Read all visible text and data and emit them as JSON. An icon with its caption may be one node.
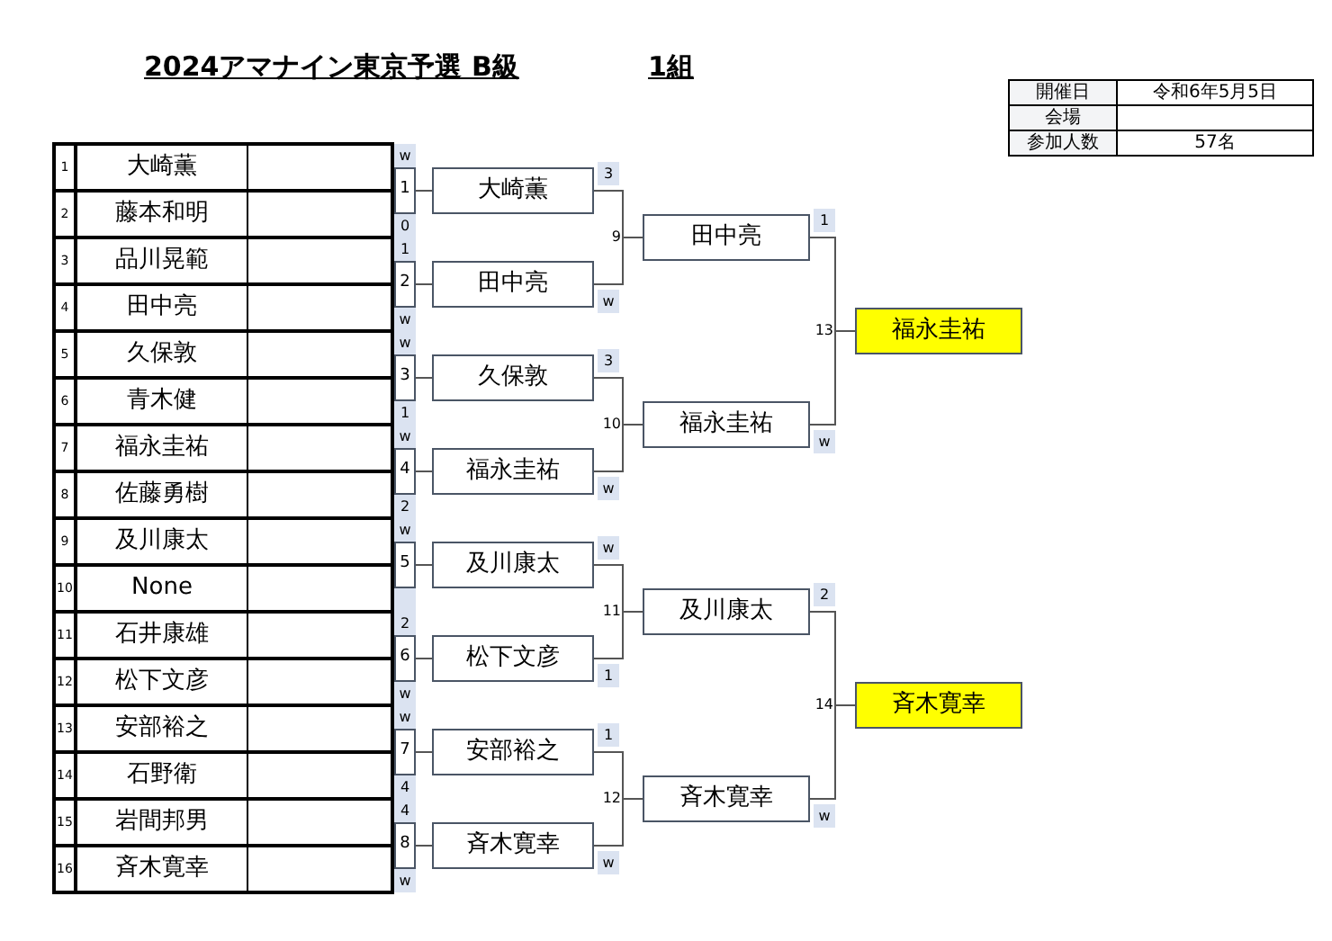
{
  "diagram": {
    "title": "2024アマナイン東京予選 B級",
    "nodes": [
      {
        "text": [
          "1",
          "大崎薫"
        ],
        "beside": [
          "w"
        ]
      },
      {
        "text": [
          "2",
          "藤本和明"
        ],
        "beside": [
          "0"
        ]
      },
      {
        "text": [
          "3",
          "品川晃範"
        ],
        "beside": [
          "1"
        ]
      },
      {
        "text": [
          "4",
          "田中亮"
        ],
        "beside": [
          "w"
        ]
      },
      {
        "text": [
          "5",
          "久保敦"
        ],
        "beside": [
          "w"
        ]
      },
      {
        "text": [
          "6",
          "青木健"
        ],
        "beside": [
          "1"
        ]
      },
      {
        "text": [
          "7",
          "福永圭祐"
        ],
        "beside": [
          "w"
        ]
      },
      {
        "text": [
          "8",
          "佐藤勇樹"
        ],
        "beside": [
          "2"
        ]
      },
      {
        "text": [
          "9",
          "及川康太"
        ],
        "beside": [
          "w"
        ]
      },
      {
        "text": [
          "10",
          "None"
        ]
      },
      {
        "text": [
          "11",
          "石井康雄"
        ],
        "beside": [
          "2"
        ]
      },
      {
        "text": [
          "12",
          "松下文彦"
        ],
        "beside": [
          "w"
        ]
      },
      {
        "text": [
          "13",
          "安部裕之"
        ],
        "beside": [
          "w"
        ]
      },
      {
        "text": [
          "14",
          "石野衛"
        ],
        "beside": [
          "4"
        ]
      },
      {
        "text": [
          "15",
          "岩間邦男"
        ],
        "beside": [
          "4"
        ]
      },
      {
        "text": [
          "16",
          "斉木寛幸"
        ],
        "beside": [
          "w"
        ]
      },
      {
        "text": [
          "1"
        ]
      },
      {
        "text": [
          "2"
        ]
      },
      {
        "text": [
          "3"
        ]
      },
      {
        "text": [
          "4"
        ]
      },
      {
        "text": [
          "5"
        ]
      },
      {
        "text": [
          "6"
        ]
      },
      {
        "text": [
          "7"
        ]
      },
      {
        "text": [
          "8"
        ]
      },
      {
        "text": [
          "大崎薫"
        ],
        "beside": [
          "3"
        ]
      },
      {
        "text": [
          "田中亮"
        ],
        "beside": [
          "w"
        ]
      },
      {
        "text": [
          "久保敦"
        ],
        "beside": [
          "3"
        ]
      },
      {
        "text": [
          "福永圭祐"
        ],
        "beside": [
          "w"
        ]
      },
      {
        "text": [
          "及川康太"
        ],
        "beside": [
          "w"
        ]
      },
      {
        "text": [
          "松下文彦"
        ],
        "beside": [
          "1"
        ]
      },
      {
        "text": [
          "安部裕之"
        ],
        "beside": [
          "1"
        ]
      },
      {
        "text": [
          "斉木寛幸"
        ],
        "beside": [
          "w"
        ]
      },
      {
        "text": [
          "田中亮"
        ],
        "beside": [
          "1"
        ]
      },
      {
        "text": [
          "福永圭祐"
        ],
        "beside": [
          "w"
        ]
      },
      {
        "text": [
          "及川康太"
        ],
        "beside": [
          "2"
        ]
      },
      {
        "text": [
          "斉木寛幸"
        ],
        "beside": [
          "w"
        ]
      },
      {
        "text": [
          "福永圭祐"
        ]
      },
      {
        "text": [
          "斉木寛幸"
        ]
      }
    ],
    "edges": [
      {
        "from": 16,
        "to": 24,
        "arrow": "none"
      },
      {
        "from": 17,
        "to": 25,
        "arrow": "none"
      },
      {
        "from": 18,
        "to": 26,
        "arrow": "none"
      },
      {
        "from": 19,
        "to": 27,
        "arrow": "none"
      },
      {
        "from": 20,
        "to": 28,
        "arrow": "none"
      },
      {
        "from": 21,
        "to": 29,
        "arrow": "none"
      },
      {
        "from": 22,
        "to": 30,
        "arrow": "none"
      },
      {
        "from": 23,
        "to": 31,
        "arrow": "none"
      },
      {
        "from": 24,
        "to": 32,
        "arrow": "none",
        "label": "9"
      },
      {
        "from": 25,
        "to": 32,
        "arrow": "none"
      },
      {
        "from": 26,
        "to": 33,
        "arrow": "none",
        "label": "10"
      },
      {
        "from": 27,
        "to": 33,
        "arrow": "none"
      },
      {
        "from": 28,
        "to": 34,
        "arrow": "none",
        "label": "11"
      },
      {
        "from": 29,
        "to": 34,
        "arrow": "none"
      },
      {
        "from": 30,
        "to": 35,
        "arrow": "none",
        "label": "12"
      },
      {
        "from": 31,
        "to": 35,
        "arrow": "none"
      },
      {
        "from": 32,
        "to": 36,
        "arrow": "none",
        "label": "13"
      },
      {
        "from": 33,
        "to": 36,
        "arrow": "none"
      },
      {
        "from": 34,
        "to": 37,
        "arrow": "none",
        "label": "14"
      },
      {
        "from": 35,
        "to": 37,
        "arrow": "none"
      }
    ],
    "labels": [
      "1組",
      "開催日",
      "令和6年5月5日",
      "会場",
      "参加人数",
      "57名"
    ]
  }
}
